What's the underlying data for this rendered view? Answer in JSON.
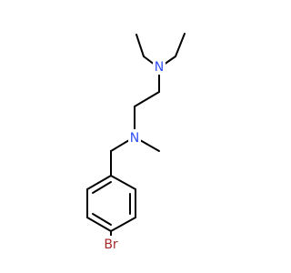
{
  "molecule": {
    "atoms": [
      {
        "id": "N1",
        "label": "N",
        "color": "#3050F8"
      },
      {
        "id": "N2",
        "label": "N",
        "color": "#3050F8"
      },
      {
        "id": "Br",
        "label": "Br",
        "color": "#A62929"
      }
    ],
    "bond_color": "#000000",
    "background": "#ffffff"
  }
}
